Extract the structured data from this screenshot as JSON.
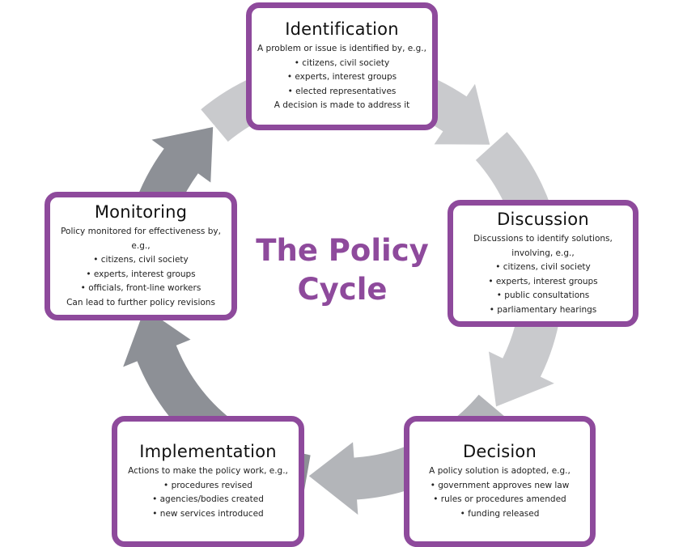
{
  "title": {
    "line1": "The Policy",
    "line2": "Cycle"
  },
  "colors": {
    "accent": "#8e4a9c",
    "arrow_light": "#c9cacd",
    "arrow_mid": "#b3b5b9",
    "arrow_dark": "#8d9096"
  },
  "stages": {
    "identification": {
      "heading": "Identification",
      "lines": [
        "A problem or issue is identified by, e.g.,",
        "• citizens, civil society",
        "• experts, interest groups",
        "• elected representatives",
        "A decision is made to address it"
      ]
    },
    "discussion": {
      "heading": "Discussion",
      "lines": [
        "Discussions to identify solutions,",
        "involving, e.g.,",
        "• citizens, civil society",
        "• experts, interest groups",
        "• public consultations",
        "• parliamentary hearings"
      ]
    },
    "decision": {
      "heading": "Decision",
      "lines": [
        "A policy solution is adopted, e.g.,",
        "• government approves new law",
        "• rules or procedures amended",
        "• funding released"
      ]
    },
    "implementation": {
      "heading": "Implementation",
      "lines": [
        "Actions to make the policy work, e.g.,",
        "• procedures revised",
        "• agencies/bodies created",
        "• new services introduced"
      ]
    },
    "monitoring": {
      "heading": "Monitoring",
      "lines": [
        "Policy monitored for effectiveness by, e.g.,",
        "• citizens, civil society",
        "• experts, interest groups",
        "• officials, front-line workers",
        "Can lead to further policy revisions"
      ]
    }
  }
}
